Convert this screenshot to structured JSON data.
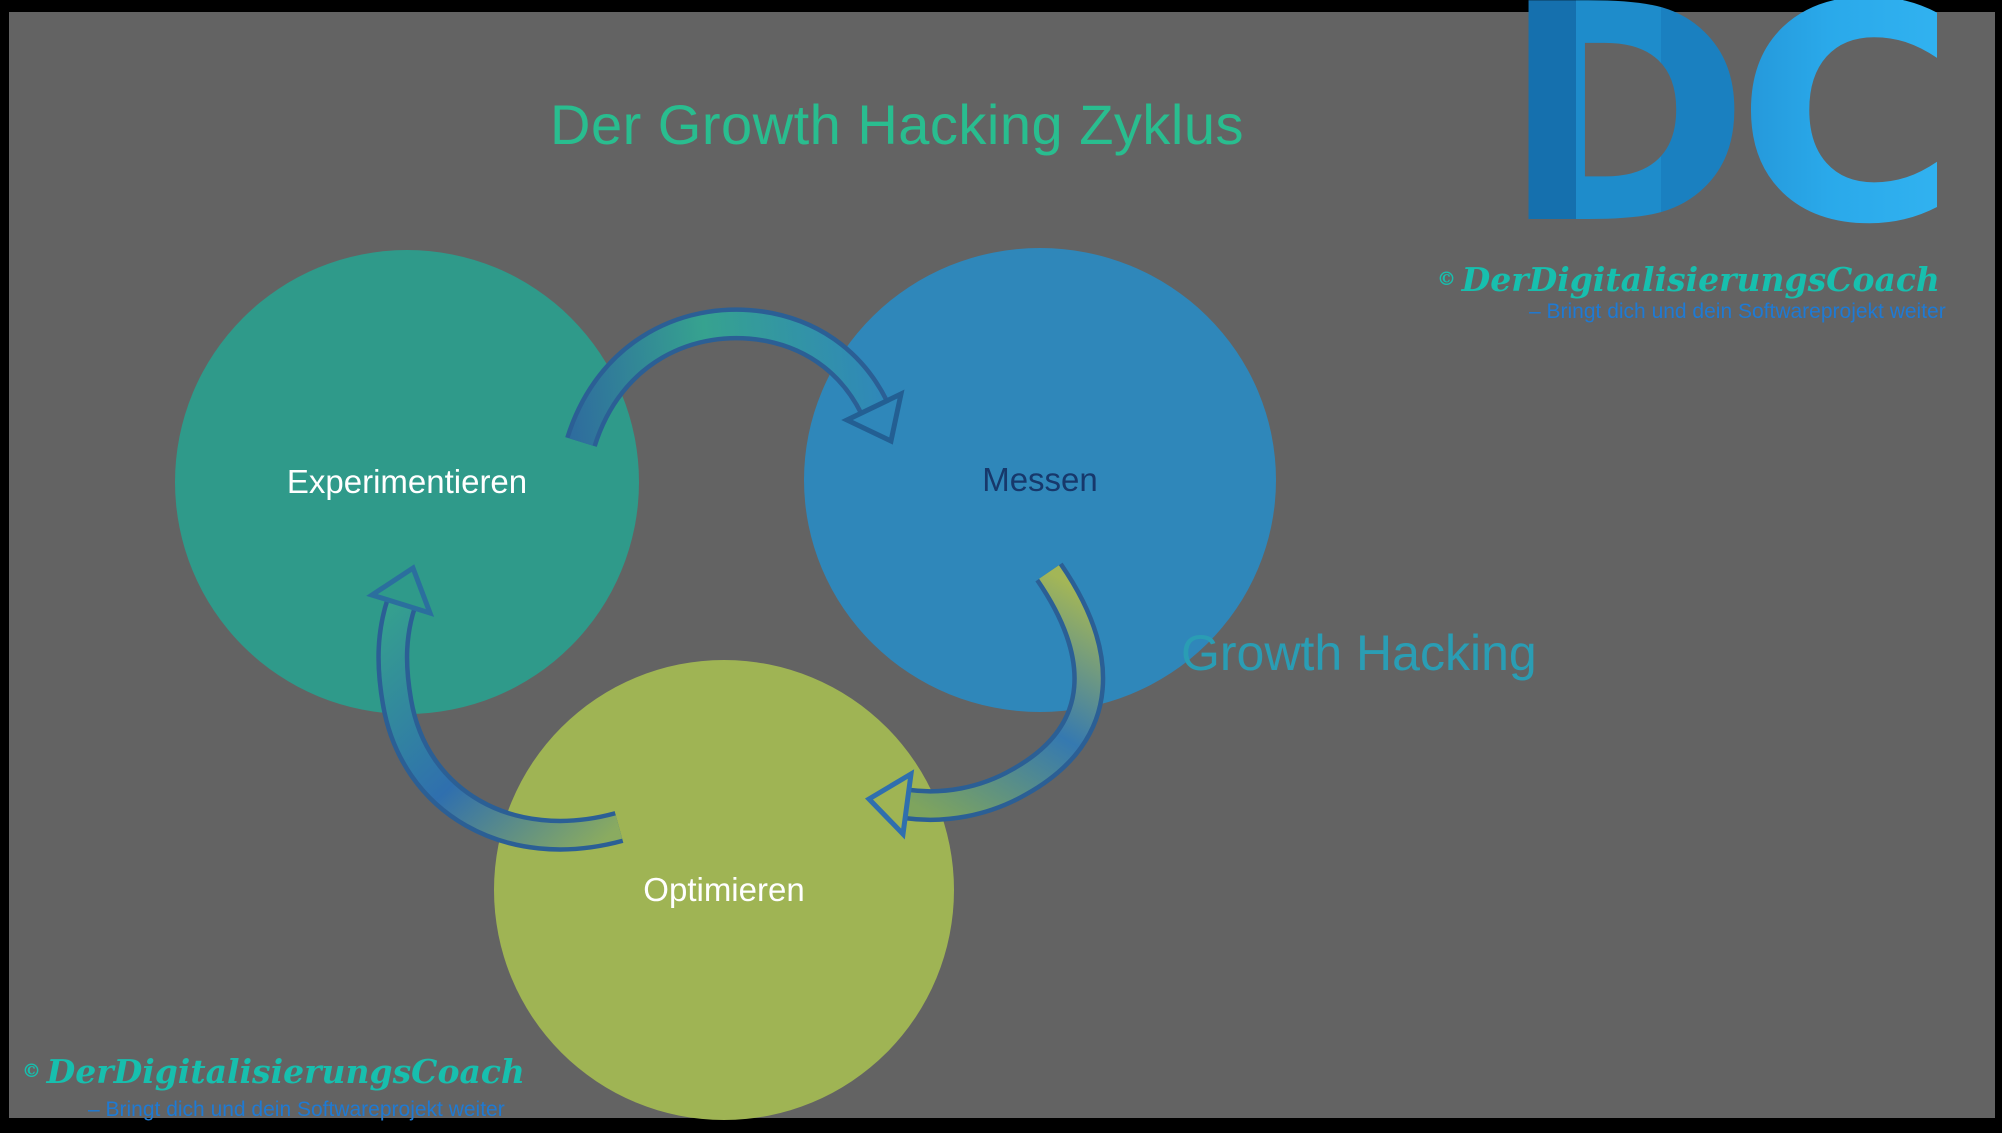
{
  "title": {
    "text": "Der Growth Hacking Zyklus"
  },
  "watermark": {
    "text": "Growth Hacking"
  },
  "cycle": {
    "nodes": [
      {
        "id": "experimentieren",
        "label": "Experimentieren",
        "color": "#2F9A8A",
        "text_color": "#FFFFFF"
      },
      {
        "id": "messen",
        "label": "Messen",
        "color": "#2F87BA",
        "text_color": "#17386B"
      },
      {
        "id": "optimieren",
        "label": "Optimieren",
        "color": "#9FB454",
        "text_color": "#FFFFFF"
      }
    ],
    "arrows": [
      {
        "from": "experimentieren",
        "to": "messen"
      },
      {
        "from": "messen",
        "to": "optimieren"
      },
      {
        "from": "optimieren",
        "to": "experimentieren"
      }
    ]
  },
  "branding": {
    "logo_d": "D",
    "logo_c": "C",
    "copyright_symbol": "©",
    "name": "DerDigitalisierungsCoach",
    "tagline": "– Bringt dich und dein Softwareprojekt weiter"
  },
  "colors": {
    "background": "#636363",
    "frame": "#000000",
    "title": "#29BD8F",
    "watermark": "#2A9DB4",
    "brand_name": "#17BFAE",
    "brand_tagline": "#1E7AD4",
    "logo_blue_dark": "#1570AE",
    "logo_blue_mid": "#1E8CCB",
    "logo_blue_light": "#2AA9EA"
  }
}
